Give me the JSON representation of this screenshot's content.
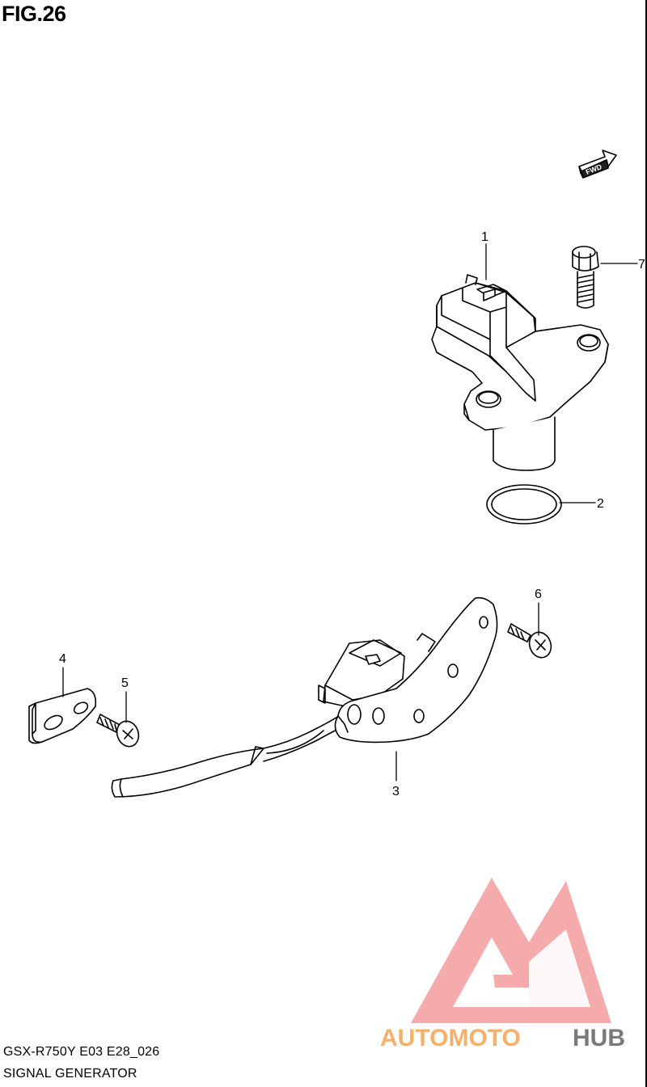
{
  "figure": {
    "title": "FIG.26"
  },
  "direction_badge": {
    "text": "FWD"
  },
  "callouts": {
    "c1": "1",
    "c2": "2",
    "c3": "3",
    "c4": "4",
    "c5": "5",
    "c6": "6",
    "c7": "7"
  },
  "footer": {
    "model_code": "GSX-R750Y E03 E28_026",
    "part_group": "SIGNAL GENERATOR"
  },
  "watermark": {
    "text_part1": "AUTOMOTO",
    "text_part2": "HUB",
    "colors": {
      "primary": "#f08a8a",
      "accent": "#f5b06a",
      "dark": "#7a7a7a"
    }
  }
}
